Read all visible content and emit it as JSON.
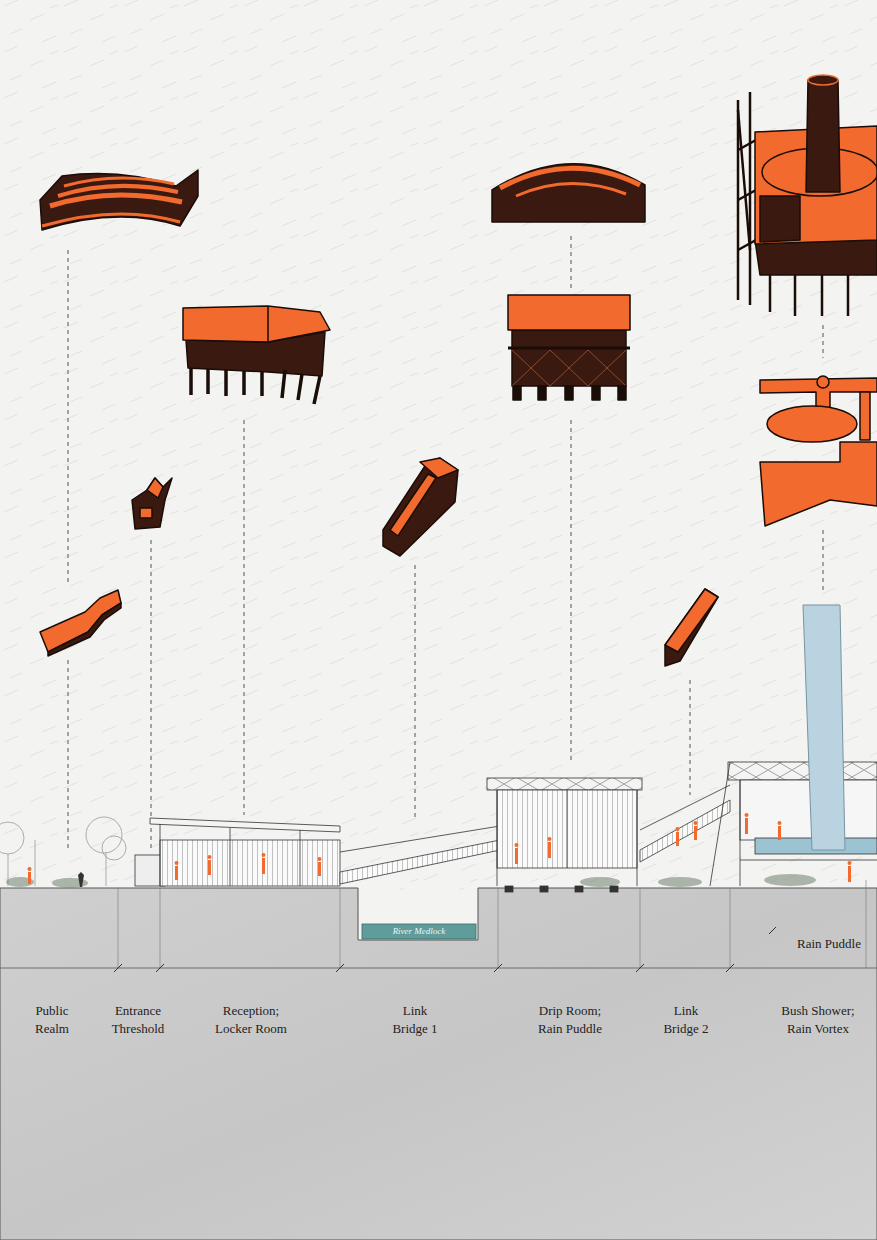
{
  "diagram": {
    "labels": [
      "River Medlock",
      "Rain Puddle",
      "Public Realm",
      "Entrance Threshold",
      "Reception; Locker Room",
      "Link Bridge 1",
      "Drip Room; Rain Puddle",
      "Link Bridge 2",
      "Bush Shower; Rain Vortex"
    ]
  }
}
